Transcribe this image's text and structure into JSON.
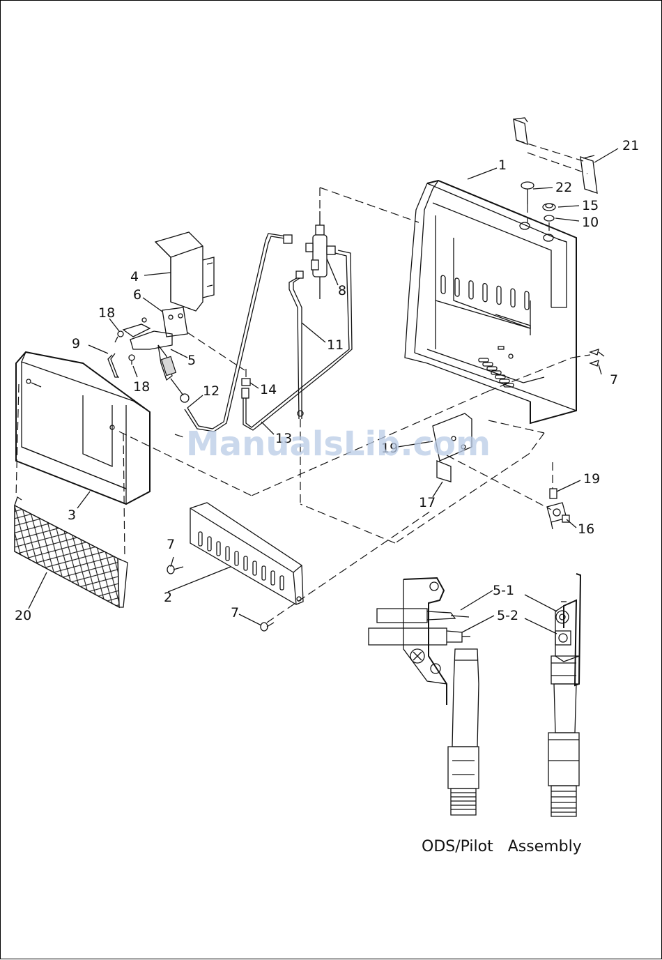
{
  "labels": {
    "p1": "1",
    "p2": "2",
    "p3": "3",
    "p4": "4",
    "p5": "5",
    "p6": "6",
    "p7a": "7",
    "p7b": "7",
    "p7c": "7",
    "p8": "8",
    "p9": "9",
    "p10": "10",
    "p11": "11",
    "p12": "12",
    "p13": "13",
    "p14": "14",
    "p15": "15",
    "p16": "16",
    "p17": "17",
    "p18a": "18",
    "p18b": "18",
    "p19a": "19",
    "p19b": "19",
    "p20": "20",
    "p21": "21",
    "p22": "22",
    "p5_1": "5-1",
    "p5_2": "5-2"
  },
  "caption": "ODS/Pilot   Assembly",
  "watermark": "ManualsLib.com"
}
